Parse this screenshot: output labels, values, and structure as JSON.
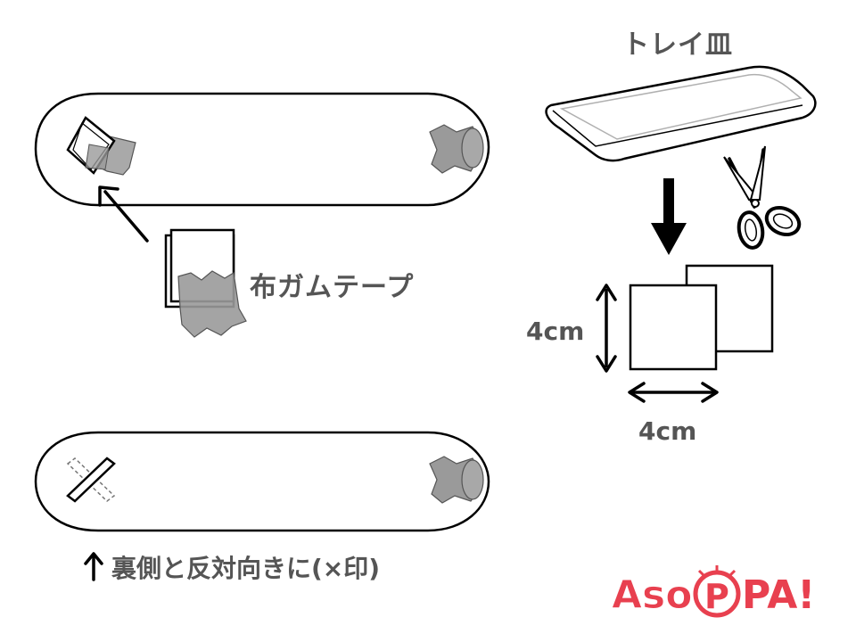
{
  "labels": {
    "tray": "トレイ皿",
    "tape": "布ガムテープ",
    "height": "4cm",
    "width": "4cm",
    "bottom_instruction": "裏側と反対向きに(×印)"
  },
  "logo": {
    "text": "ASOPPA!",
    "color": "#e8404f"
  },
  "colors": {
    "line": "#000000",
    "tape_gray": "#9a9a9a",
    "text_gray": "#555555"
  }
}
